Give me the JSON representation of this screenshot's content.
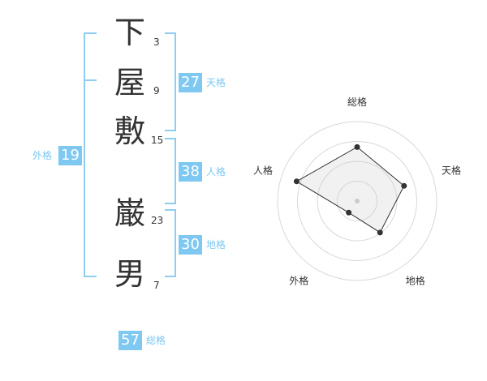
{
  "name_chars": [
    {
      "char": "下",
      "strokes": "3"
    },
    {
      "char": "屋",
      "strokes": "9"
    },
    {
      "char": "敷",
      "strokes": "15"
    },
    {
      "char": "巌",
      "strokes": "23"
    },
    {
      "char": "男",
      "strokes": "7"
    }
  ],
  "grids": {
    "tenkaku": {
      "value": "27",
      "label": "天格"
    },
    "jinkaku": {
      "value": "38",
      "label": "人格"
    },
    "chikaku": {
      "value": "30",
      "label": "地格"
    },
    "gaikaku": {
      "value": "19",
      "label": "外格"
    },
    "soukaku": {
      "value": "57",
      "label": "総格"
    }
  },
  "colors": {
    "accent": "#7ec8f1",
    "bracket": "#8fcdf0",
    "text": "#333333"
  },
  "chart_data": {
    "type": "radar",
    "axes": [
      "総格",
      "天格",
      "地格",
      "外格",
      "人格"
    ],
    "values": [
      0.68,
      0.62,
      0.49,
      0.18,
      0.8
    ],
    "rings": 4
  }
}
